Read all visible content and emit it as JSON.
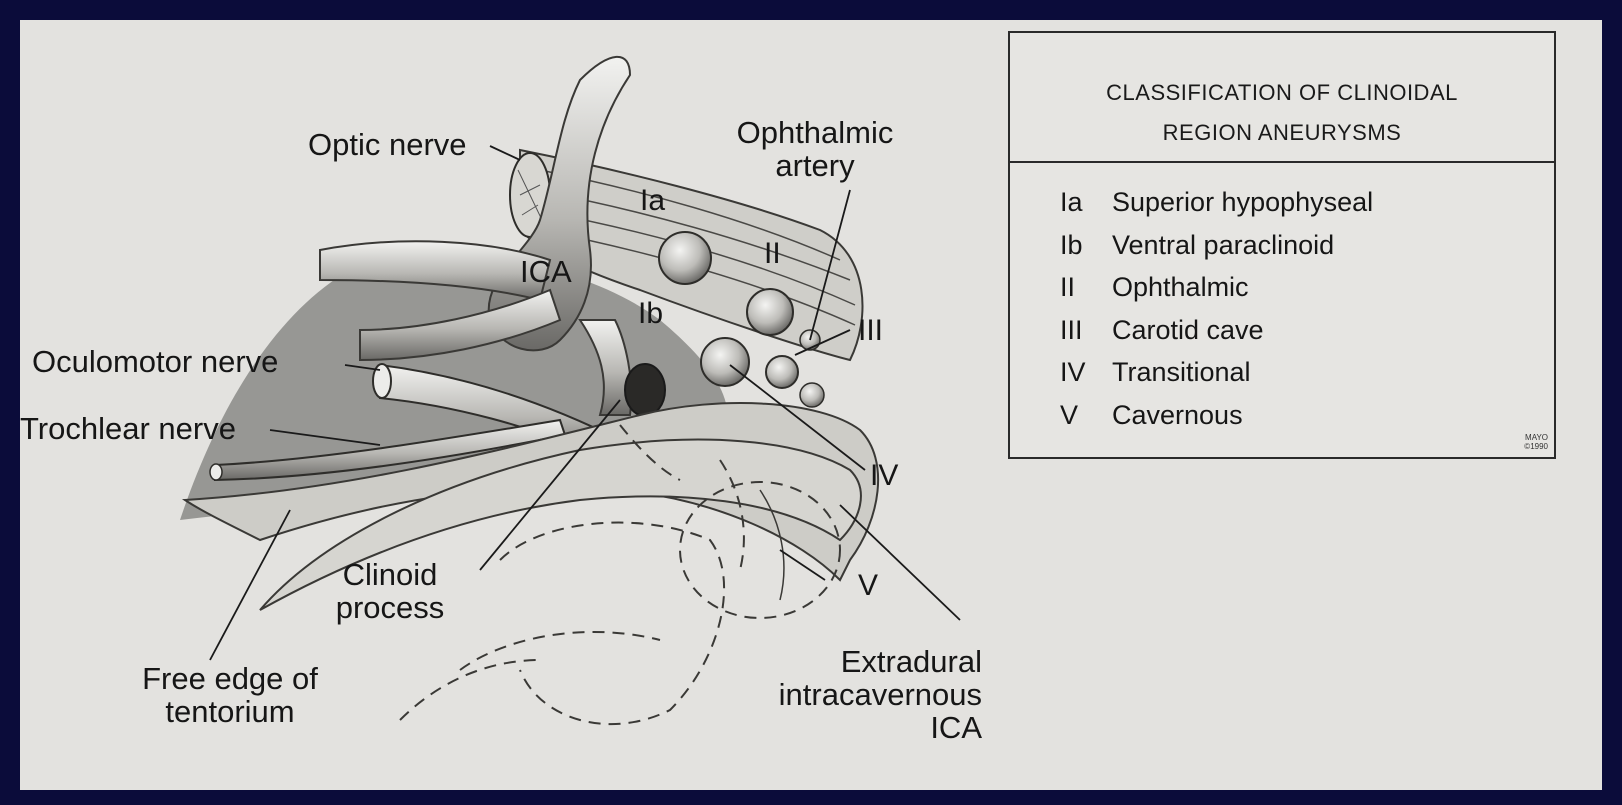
{
  "labels": {
    "optic_nerve": "Optic nerve",
    "ophthalmic_artery_1": "Ophthalmic",
    "ophthalmic_artery_2": "artery",
    "ica": "ICA",
    "oculomotor_nerve": "Oculomotor nerve",
    "trochlear_nerve": "Trochlear nerve",
    "clinoid_process_1": "Clinoid",
    "clinoid_process_2": "process",
    "free_edge_1": "Free edge of",
    "free_edge_2": "tentorium",
    "extradural_1": "Extradural",
    "extradural_2": "intracavernous",
    "extradural_3": "ICA"
  },
  "roman_labels": {
    "ia": "Ia",
    "ib": "Ib",
    "ii": "II",
    "iii": "III",
    "iv": "IV",
    "v": "V"
  },
  "legend": {
    "title_line1": "CLASSIFICATION OF CLINOIDAL",
    "title_line2": "REGION ANEURYSMS",
    "items": [
      {
        "code": "Ia",
        "name": "Superior hypophyseal"
      },
      {
        "code": "Ib",
        "name": "Ventral paraclinoid"
      },
      {
        "code": "II",
        "name": "Ophthalmic"
      },
      {
        "code": "III",
        "name": "Carotid cave"
      },
      {
        "code": "IV",
        "name": "Transitional"
      },
      {
        "code": "V",
        "name": "Cavernous"
      }
    ],
    "credit_1": "MAYO",
    "credit_2": "©1990"
  }
}
